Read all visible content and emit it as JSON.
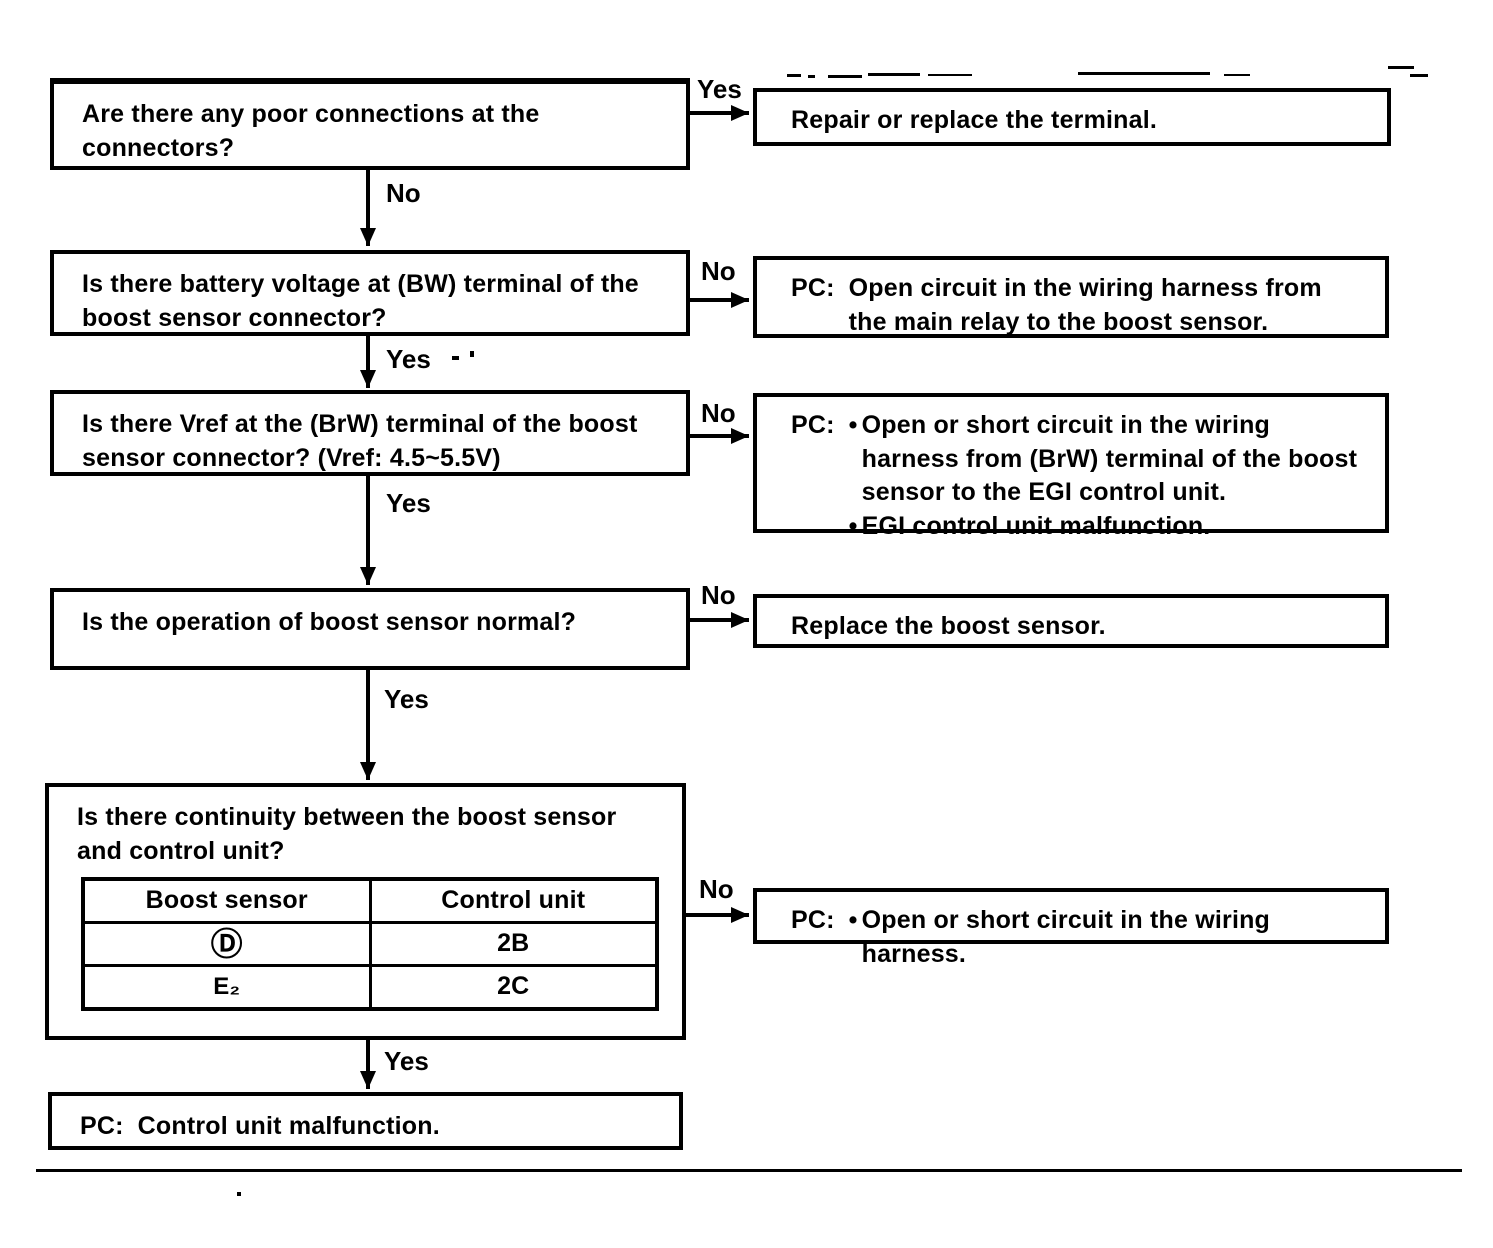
{
  "page": {
    "background_color": "#ffffff",
    "ink_color": "#000000"
  },
  "labels": {
    "yes": "Yes",
    "no": "No"
  },
  "nodes": {
    "q1": {
      "text": "Are there any poor connections at the connectors?"
    },
    "a1": {
      "text": "Repair or replace the terminal."
    },
    "q2": {
      "text": "Is there battery voltage at (BW) terminal of the boost sensor connector?"
    },
    "a2": {
      "prefix": "PC:",
      "text": "Open circuit in the wiring harness from the main relay to the boost sensor."
    },
    "q3": {
      "text": "Is there Vref at the (BrW) terminal of the boost sensor connector? (Vref: 4.5~5.5V)"
    },
    "a3": {
      "prefix": "PC:",
      "bullet": "•",
      "items": [
        "Open or short circuit in the wiring harness from (BrW) terminal of the boost sensor to the EGI control unit.",
        "EGI control unit malfunction."
      ]
    },
    "q4": {
      "text": "Is the operation of boost sensor normal?"
    },
    "a4": {
      "text": "Replace the boost sensor."
    },
    "q5": {
      "text": "Is there continuity between the boost sensor and control unit?",
      "table": {
        "headers": [
          "Boost sensor",
          "Control unit"
        ],
        "rows": [
          [
            "Ⓓ",
            "2B"
          ],
          [
            "E₂",
            "2C"
          ]
        ]
      }
    },
    "a5": {
      "prefix": "PC:",
      "bullet": "•",
      "text": "Open or short circuit in the wiring harness."
    },
    "q6": {
      "prefix": "PC:",
      "text": "Control unit malfunction."
    }
  }
}
